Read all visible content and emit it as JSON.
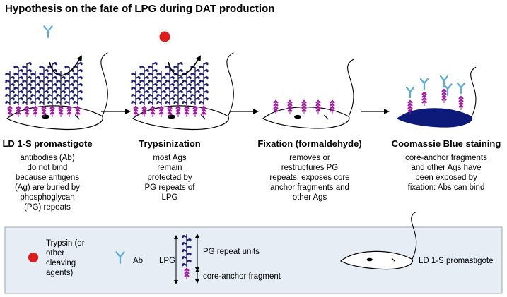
{
  "title": "Hypothesis on the fate of LPG during DAT production",
  "colors": {
    "chain": "#1a1a6e",
    "core": "#a01aa0",
    "antibody": "#5aaed8",
    "trypsin": "#dd1c1c",
    "stained_body": "#0d1a7a",
    "legend_bg": "#e6edf4",
    "legend_border": "#9aa8b8"
  },
  "stages": [
    {
      "title": "LD 1-S promastigote",
      "lines": [
        "antibodies (Ab)",
        "do not bind",
        "because antigens",
        "(Ag) are buried by",
        "phosphoglycan",
        "(PG) repeats"
      ]
    },
    {
      "title": "Trypsinization",
      "lines": [
        "most Ags",
        "remain",
        "protected by",
        "PG repeats of",
        "LPG"
      ]
    },
    {
      "title": "Fixation (formaldehyde)",
      "lines": [
        "removes  or",
        "restructures PG",
        "repeats, exposes core",
        "anchor fragments and",
        "other Ags"
      ]
    },
    {
      "title": "Coomassie Blue staining",
      "lines": [
        "core-anchor fragments",
        "and other Ags have",
        "been exposed by",
        "fixation: Abs can bind"
      ]
    }
  ],
  "legend": {
    "trypsin_lines": [
      "Trypsin (or",
      "other",
      "cleaving",
      "agents)"
    ],
    "ab_label": "Ab",
    "lpg_label": "LPG",
    "pg_label": "PG repeat units",
    "core_label": "core-anchor fragment",
    "promastigote_label": "LD 1-S promastigote"
  }
}
